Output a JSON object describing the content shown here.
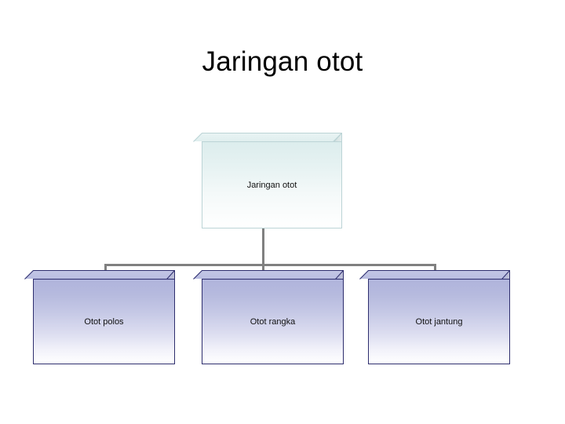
{
  "slide": {
    "title": "Jaringan otot",
    "background_color": "#ffffff"
  },
  "diagram": {
    "type": "organization-chart",
    "connector_color": "#808080",
    "root": {
      "id": "jaringan-otot",
      "label": "Jaringan otot",
      "fill_top_color": "#dceded",
      "fill_bottom_color": "#ffffff",
      "border_color": "#bcd4d6"
    },
    "children": [
      {
        "id": "otot-polos",
        "label": "Otot polos",
        "fill_top_color": "#b0b4dc",
        "fill_bottom_color": "#ffffff",
        "border_color": "#2e2e6e"
      },
      {
        "id": "otot-rangka",
        "label": "Otot rangka",
        "fill_top_color": "#b0b4dc",
        "fill_bottom_color": "#ffffff",
        "border_color": "#2e2e6e"
      },
      {
        "id": "otot-jantung",
        "label": "Otot jantung",
        "fill_top_color": "#b0b4dc",
        "fill_bottom_color": "#ffffff",
        "border_color": "#2e2e6e"
      }
    ]
  }
}
